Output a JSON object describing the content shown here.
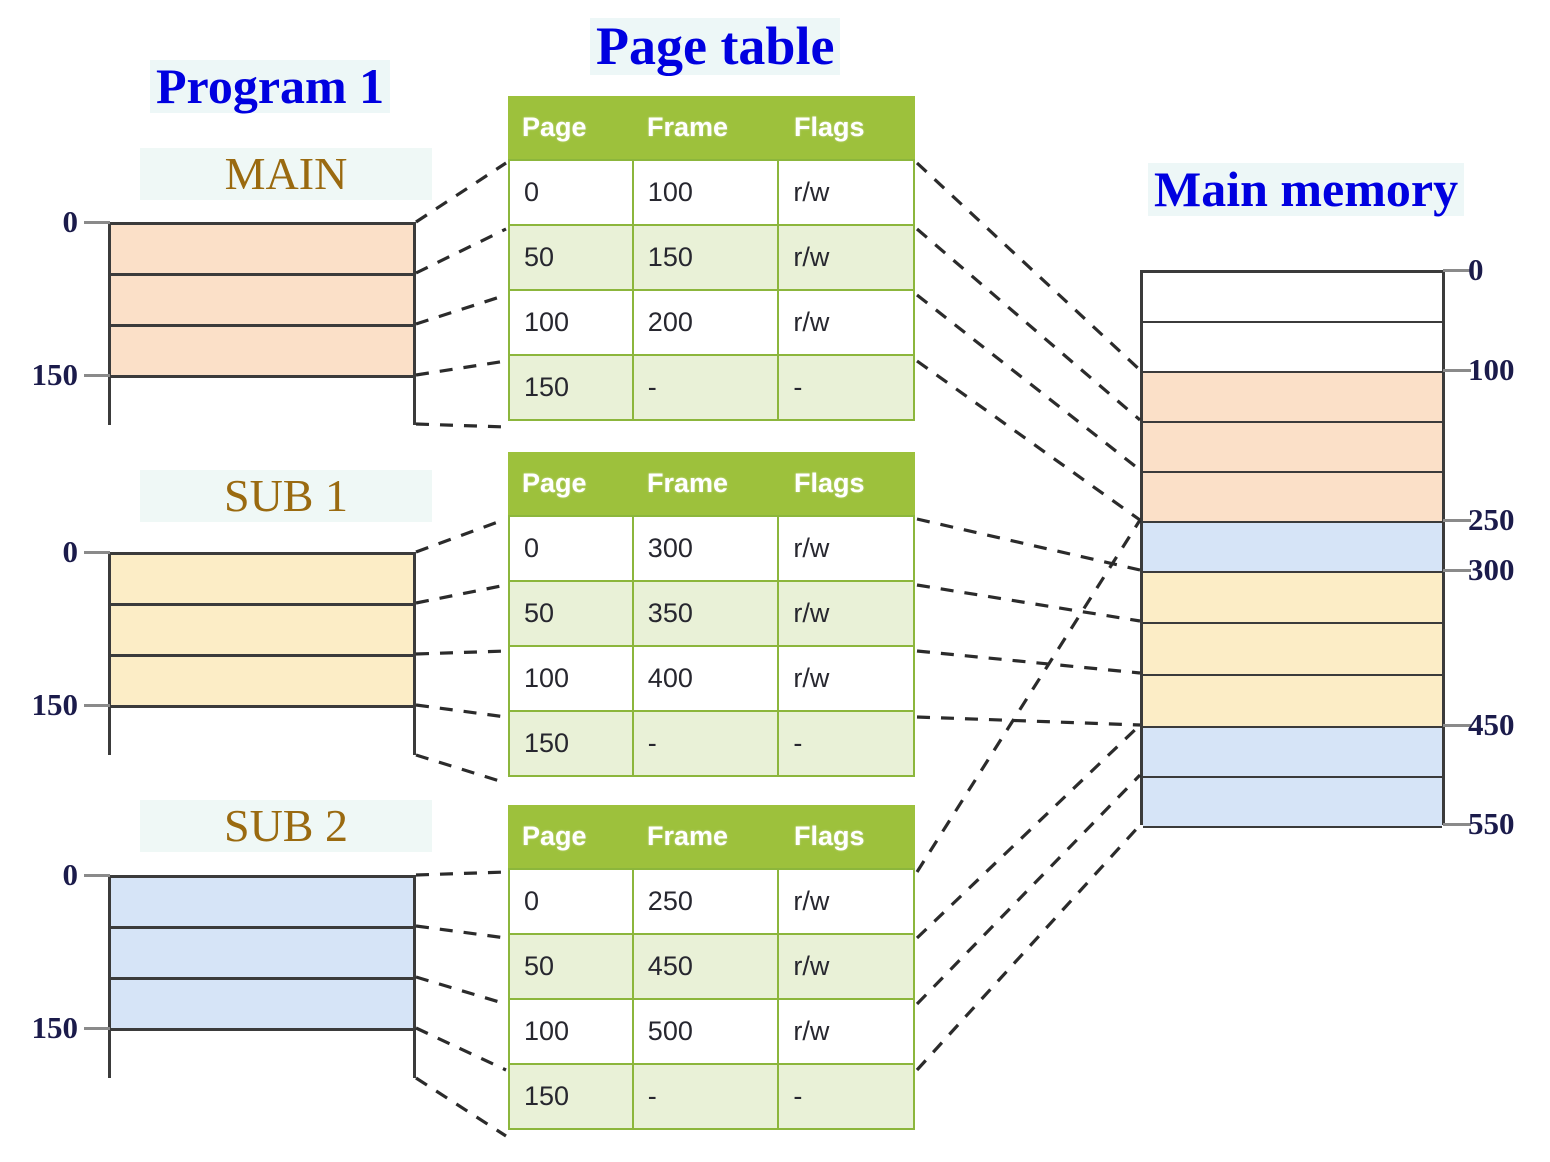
{
  "titles": {
    "page_table": "Page table",
    "program": "Program 1",
    "main_memory": "Main memory"
  },
  "programs": [
    {
      "name": "MAIN",
      "fill": "#FBE0C8",
      "addr_top": "0",
      "addr_mid": "150",
      "filled_rows": 3,
      "total_rows": 4
    },
    {
      "name": "SUB 1",
      "fill": "#FCEDC6",
      "addr_top": "0",
      "addr_mid": "150",
      "filled_rows": 3,
      "total_rows": 4
    },
    {
      "name": "SUB 2",
      "fill": "#D6E4F7",
      "addr_top": "0",
      "addr_mid": "150",
      "filled_rows": 3,
      "total_rows": 4
    }
  ],
  "page_tables": [
    {
      "for": "MAIN",
      "columns": [
        "Page",
        "Frame",
        "Flags"
      ],
      "rows": [
        [
          "0",
          "100",
          "r/w"
        ],
        [
          "50",
          "150",
          "r/w"
        ],
        [
          "100",
          "200",
          "r/w"
        ],
        [
          "150",
          "-",
          "-"
        ]
      ]
    },
    {
      "for": "SUB 1",
      "columns": [
        "Page",
        "Frame",
        "Flags"
      ],
      "rows": [
        [
          "0",
          "300",
          "r/w"
        ],
        [
          "50",
          "350",
          "r/w"
        ],
        [
          "100",
          "400",
          "r/w"
        ],
        [
          "150",
          "-",
          "-"
        ]
      ]
    },
    {
      "for": "SUB 2",
      "columns": [
        "Page",
        "Frame",
        "Flags"
      ],
      "rows": [
        [
          "0",
          "250",
          "r/w"
        ],
        [
          "50",
          "450",
          "r/w"
        ],
        [
          "100",
          "500",
          "r/w"
        ],
        [
          "150",
          "-",
          "-"
        ]
      ]
    }
  ],
  "main_memory": {
    "addresses": [
      "0",
      "100",
      "250",
      "300",
      "450",
      "550"
    ],
    "frames": [
      {
        "addr": "0",
        "fill": "#FFFFFF"
      },
      {
        "addr": "50",
        "fill": "#FFFFFF"
      },
      {
        "addr": "100",
        "fill": "#FBE0C8"
      },
      {
        "addr": "150",
        "fill": "#FBE0C8"
      },
      {
        "addr": "200",
        "fill": "#FBE0C8"
      },
      {
        "addr": "250",
        "fill": "#D6E4F7"
      },
      {
        "addr": "300",
        "fill": "#FCEDC6"
      },
      {
        "addr": "350",
        "fill": "#FCEDC6"
      },
      {
        "addr": "400",
        "fill": "#FCEDC6"
      },
      {
        "addr": "450",
        "fill": "#D6E4F7"
      },
      {
        "addr": "500",
        "fill": "#D6E4F7"
      }
    ]
  },
  "colors": {
    "title_blue": "#0000E0",
    "caption_brown": "#9A6A10",
    "header_green": "#9DC13C",
    "row_green": "#E9F1D7",
    "grid_green": "#8CB63C",
    "peach": "#FBE0C8",
    "yellow": "#FCEDC6",
    "blue": "#D6E4F7",
    "outline": "#3B3B3B"
  }
}
